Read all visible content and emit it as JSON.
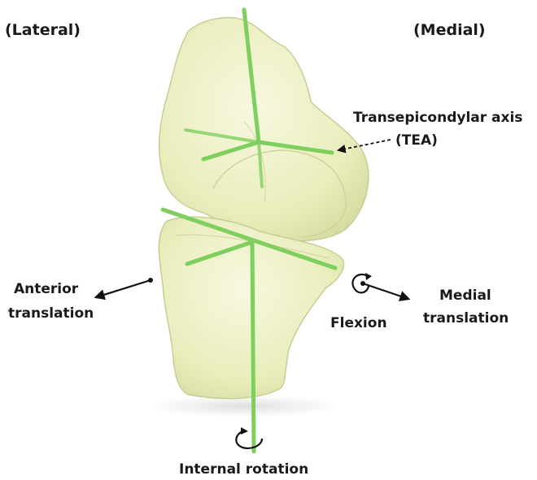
{
  "labels": {
    "lateral": "(Lateral)",
    "medial": "(Medial)",
    "tea_line1": "Transepicondylar axis",
    "tea_line2": "(TEA)",
    "anterior_line1": "Anterior",
    "anterior_line2": "translation",
    "flexion": "Flexion",
    "medial_line1": "Medial",
    "medial_line2": "translation",
    "internal_rotation": "Internal rotation"
  },
  "colors": {
    "bone_fill": "#eef1c6",
    "bone_stroke": "#c9cd94",
    "axis_green": "#7ecf5e",
    "arrow": "#111111"
  }
}
